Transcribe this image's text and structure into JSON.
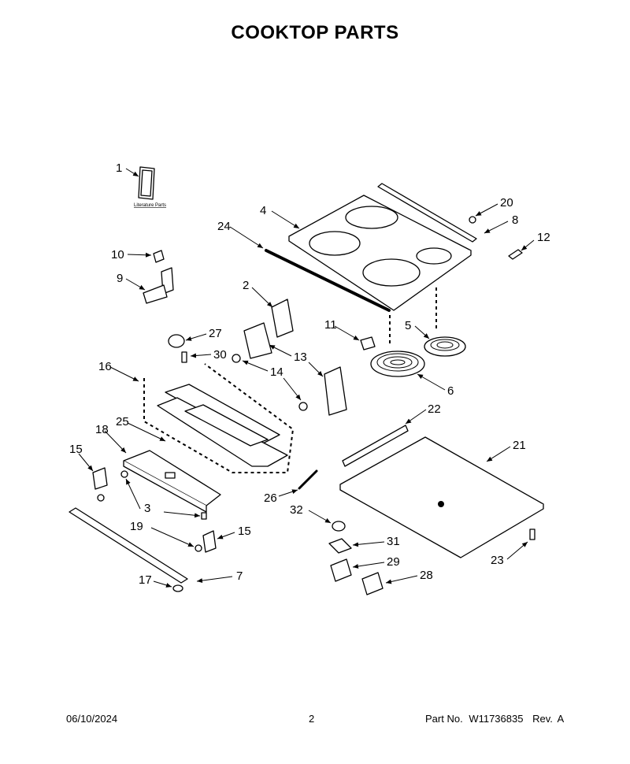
{
  "page": {
    "title": "COOKTOP PARTS",
    "literature_caption": "Literature Parts"
  },
  "callouts": [
    {
      "id": "c1",
      "text": "1"
    },
    {
      "id": "c2",
      "text": "2"
    },
    {
      "id": "c3",
      "text": "3"
    },
    {
      "id": "c4",
      "text": "4"
    },
    {
      "id": "c5",
      "text": "5"
    },
    {
      "id": "c6",
      "text": "6"
    },
    {
      "id": "c7",
      "text": "7"
    },
    {
      "id": "c8",
      "text": "8"
    },
    {
      "id": "c9",
      "text": "9"
    },
    {
      "id": "c10",
      "text": "10"
    },
    {
      "id": "c11",
      "text": "11"
    },
    {
      "id": "c12",
      "text": "12"
    },
    {
      "id": "c13",
      "text": "13"
    },
    {
      "id": "c14",
      "text": "14"
    },
    {
      "id": "c15a",
      "text": "15"
    },
    {
      "id": "c15b",
      "text": "15"
    },
    {
      "id": "c16",
      "text": "16"
    },
    {
      "id": "c17",
      "text": "17"
    },
    {
      "id": "c18",
      "text": "18"
    },
    {
      "id": "c19",
      "text": "19"
    },
    {
      "id": "c20",
      "text": "20"
    },
    {
      "id": "c21",
      "text": "21"
    },
    {
      "id": "c22",
      "text": "22"
    },
    {
      "id": "c23",
      "text": "23"
    },
    {
      "id": "c24",
      "text": "24"
    },
    {
      "id": "c25",
      "text": "25"
    },
    {
      "id": "c26",
      "text": "26"
    },
    {
      "id": "c27",
      "text": "27"
    },
    {
      "id": "c28",
      "text": "28"
    },
    {
      "id": "c29",
      "text": "29"
    },
    {
      "id": "c30",
      "text": "30"
    },
    {
      "id": "c31",
      "text": "31"
    },
    {
      "id": "c32",
      "text": "32"
    }
  ],
  "footer": {
    "date": "06/10/2024",
    "page_number": "2",
    "part_label": "Part No.",
    "part_number": "W11736835",
    "revision_label": "Rev.",
    "revision": "A"
  }
}
